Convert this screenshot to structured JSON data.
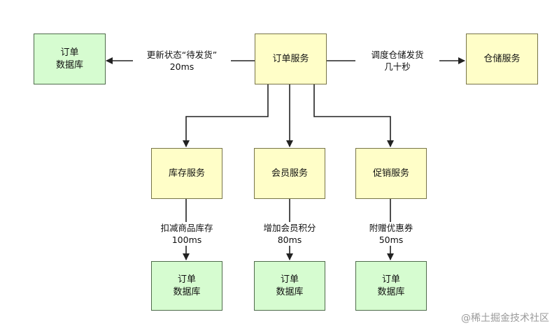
{
  "nodes": {
    "order_service": "订单服务",
    "warehouse_service": "仓储服务",
    "order_db_top": "订单\n数据库",
    "inventory_service": "库存服务",
    "member_service": "会员服务",
    "promotion_service": "促销服务",
    "order_db_inventory": "订单\n数据库",
    "order_db_member": "订单\n数据库",
    "order_db_promotion": "订单\n数据库"
  },
  "edges": {
    "update_status": "更新状态“待发货”\n20ms",
    "dispatch_warehouse": "调度仓储发货\n几十秒",
    "deduct_stock": "扣减商品库存\n100ms",
    "add_points": "增加会员积分\n80ms",
    "issue_coupon": "附赠优惠券\n50ms"
  },
  "watermark": "@稀土掘金技术社区"
}
